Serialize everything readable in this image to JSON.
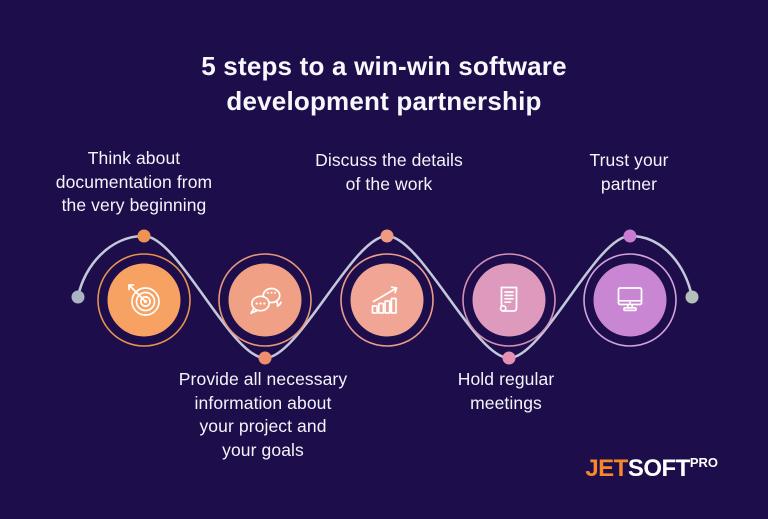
{
  "background_color": "#1D0D4B",
  "title": "5 steps to a win-win software\ndevelopment partnership",
  "steps": [
    {
      "label": "Think about\ndocumentation from\nthe very beginning",
      "position": "top",
      "icon": "target-icon",
      "circle_color": "#F7A263",
      "ring_color": "#E5924E",
      "dot_color": "#EF9355"
    },
    {
      "label": "Provide all necessary\ninformation about\nyour project and\nyour goals",
      "position": "bottom",
      "icon": "chat-bubbles-icon",
      "circle_color": "#F0A185",
      "ring_color": "#E8967A",
      "dot_color": "#ED8E6D"
    },
    {
      "label": "Discuss the details\nof the work",
      "position": "top",
      "icon": "growth-chart-icon",
      "circle_color": "#F1A695",
      "ring_color": "#EB9C8A",
      "dot_color": "#EE9B82"
    },
    {
      "label": "Hold regular\nmeetings",
      "position": "bottom",
      "icon": "document-icon",
      "circle_color": "#DE9ABD",
      "ring_color": "#D490B4",
      "dot_color": "#E291B4"
    },
    {
      "label": "Trust your\npartner",
      "position": "top",
      "icon": "monitor-icon",
      "circle_color": "#C986D2",
      "ring_color": "#D2A3DA",
      "dot_color": "#C77CD0"
    }
  ],
  "connector": {
    "line_color": "#C3C8D9",
    "start_dot_color": "#ABB3C5",
    "end_dot_color": "#B3BFBA"
  },
  "logo": {
    "jet": "JET",
    "soft": "SOFT",
    "pro": "PRO",
    "jet_color": "#F6872B"
  }
}
